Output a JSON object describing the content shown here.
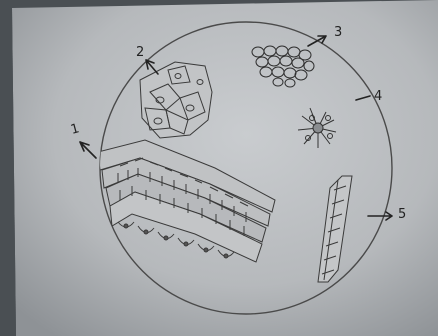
{
  "labels": [
    {
      "id": "1",
      "text": "1"
    },
    {
      "id": "2",
      "text": "2"
    },
    {
      "id": "3",
      "text": "3"
    },
    {
      "id": "4",
      "text": "4"
    },
    {
      "id": "5",
      "text": "5"
    }
  ],
  "colors": {
    "background": "#4a4f53",
    "paper": "#b9bcbf",
    "ink": "#222222",
    "pencil": "#3a3a3a"
  }
}
